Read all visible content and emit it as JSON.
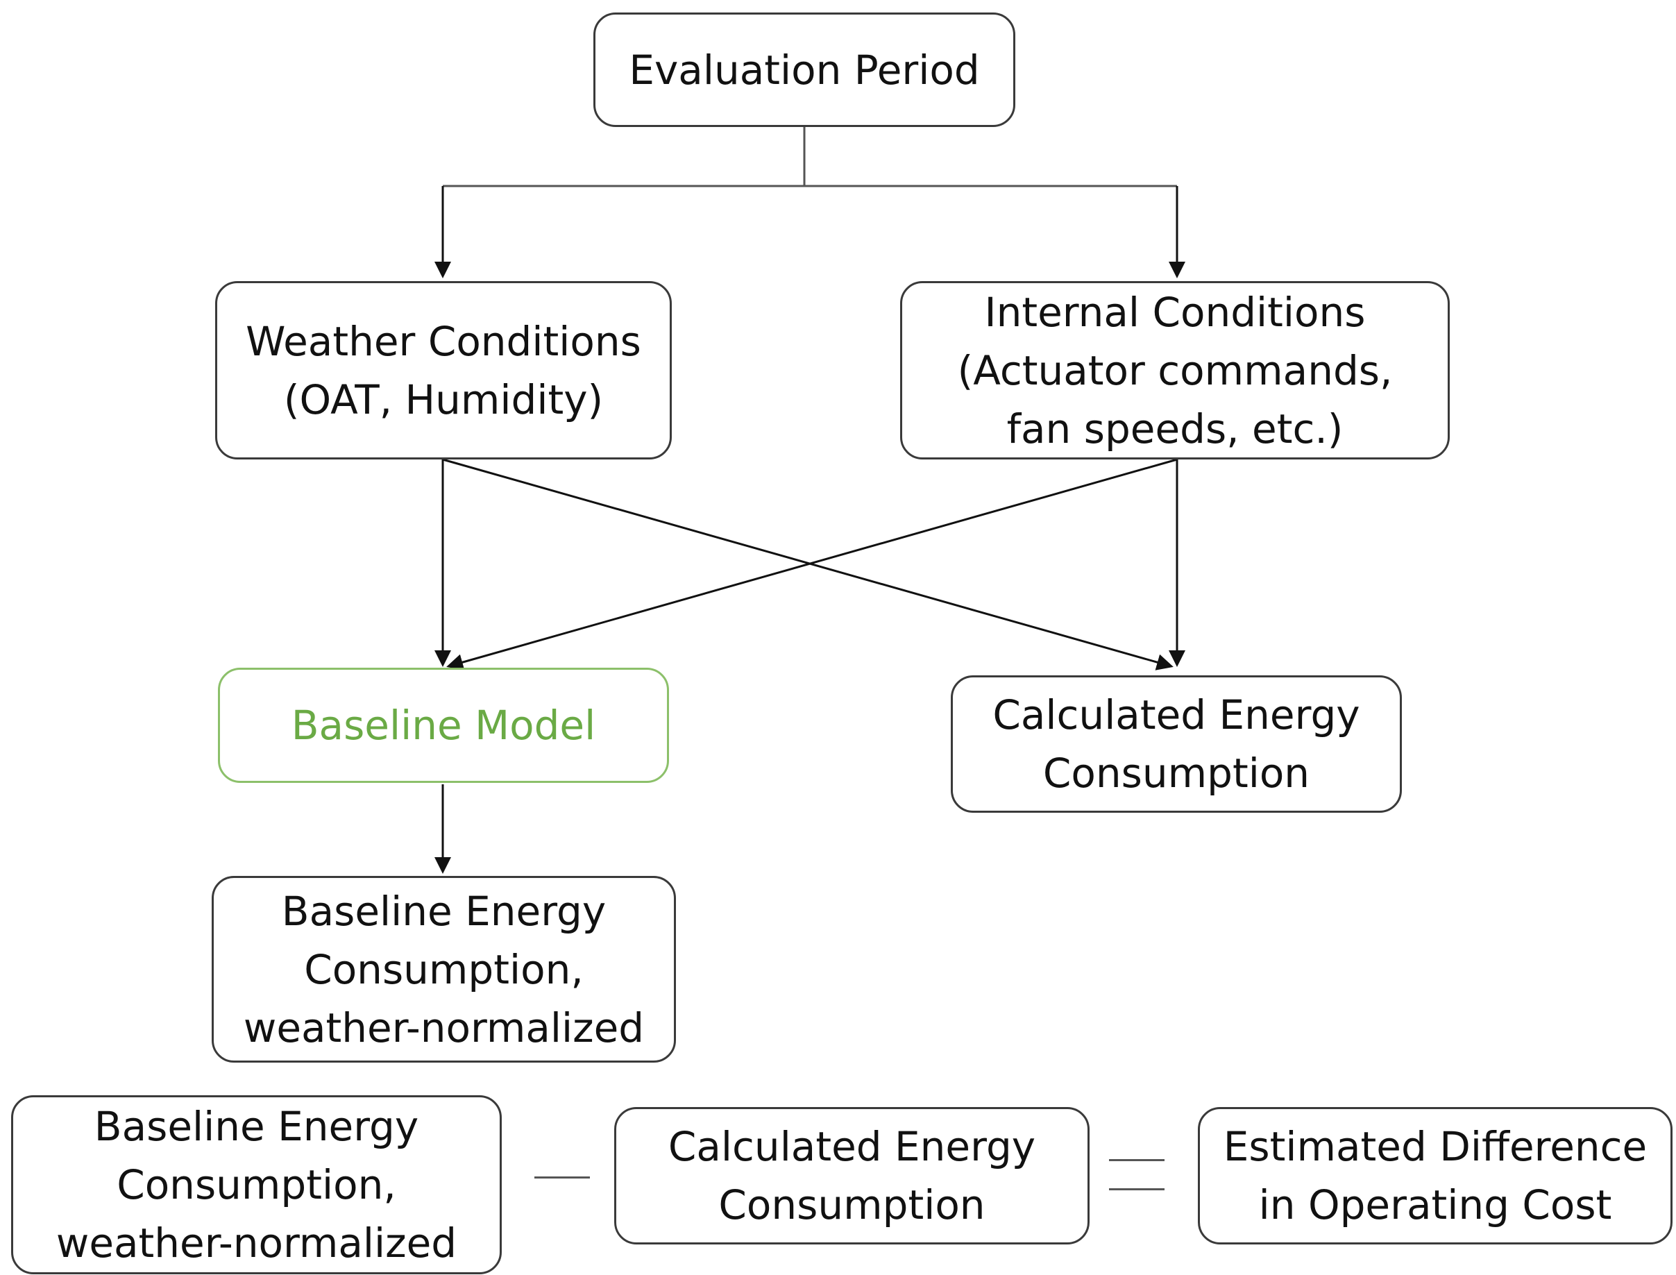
{
  "nodes": {
    "evaluation_period": {
      "lines": [
        "Evaluation Period"
      ]
    },
    "weather_conditions": {
      "lines": [
        "Weather Conditions",
        "(OAT, Humidity)"
      ]
    },
    "internal_conditions": {
      "lines": [
        "Internal Conditions",
        "(Actuator commands,",
        "fan speeds, etc.)"
      ]
    },
    "baseline_model": {
      "lines": [
        "Baseline Model"
      ],
      "color": "#6aaa45",
      "border_color": "#8cc06a"
    },
    "calculated_energy": {
      "lines": [
        "Calculated Energy",
        "Consumption"
      ]
    },
    "baseline_energy": {
      "lines": [
        "Baseline Energy",
        "Consumption,",
        "weather-normalized"
      ]
    }
  },
  "equation": {
    "term1": {
      "lines": [
        "Baseline Energy",
        "Consumption,",
        "weather-normalized"
      ]
    },
    "operator1": "minus",
    "term2": {
      "lines": [
        "Calculated Energy",
        "Consumption"
      ]
    },
    "operator2": "equals",
    "result": {
      "lines": [
        "Estimated Difference",
        "in Operating Cost"
      ]
    }
  },
  "colors": {
    "stroke": "#3a3a3a",
    "arrow": "#111111",
    "green_text": "#6aaa45",
    "green_border": "#8cc06a"
  }
}
